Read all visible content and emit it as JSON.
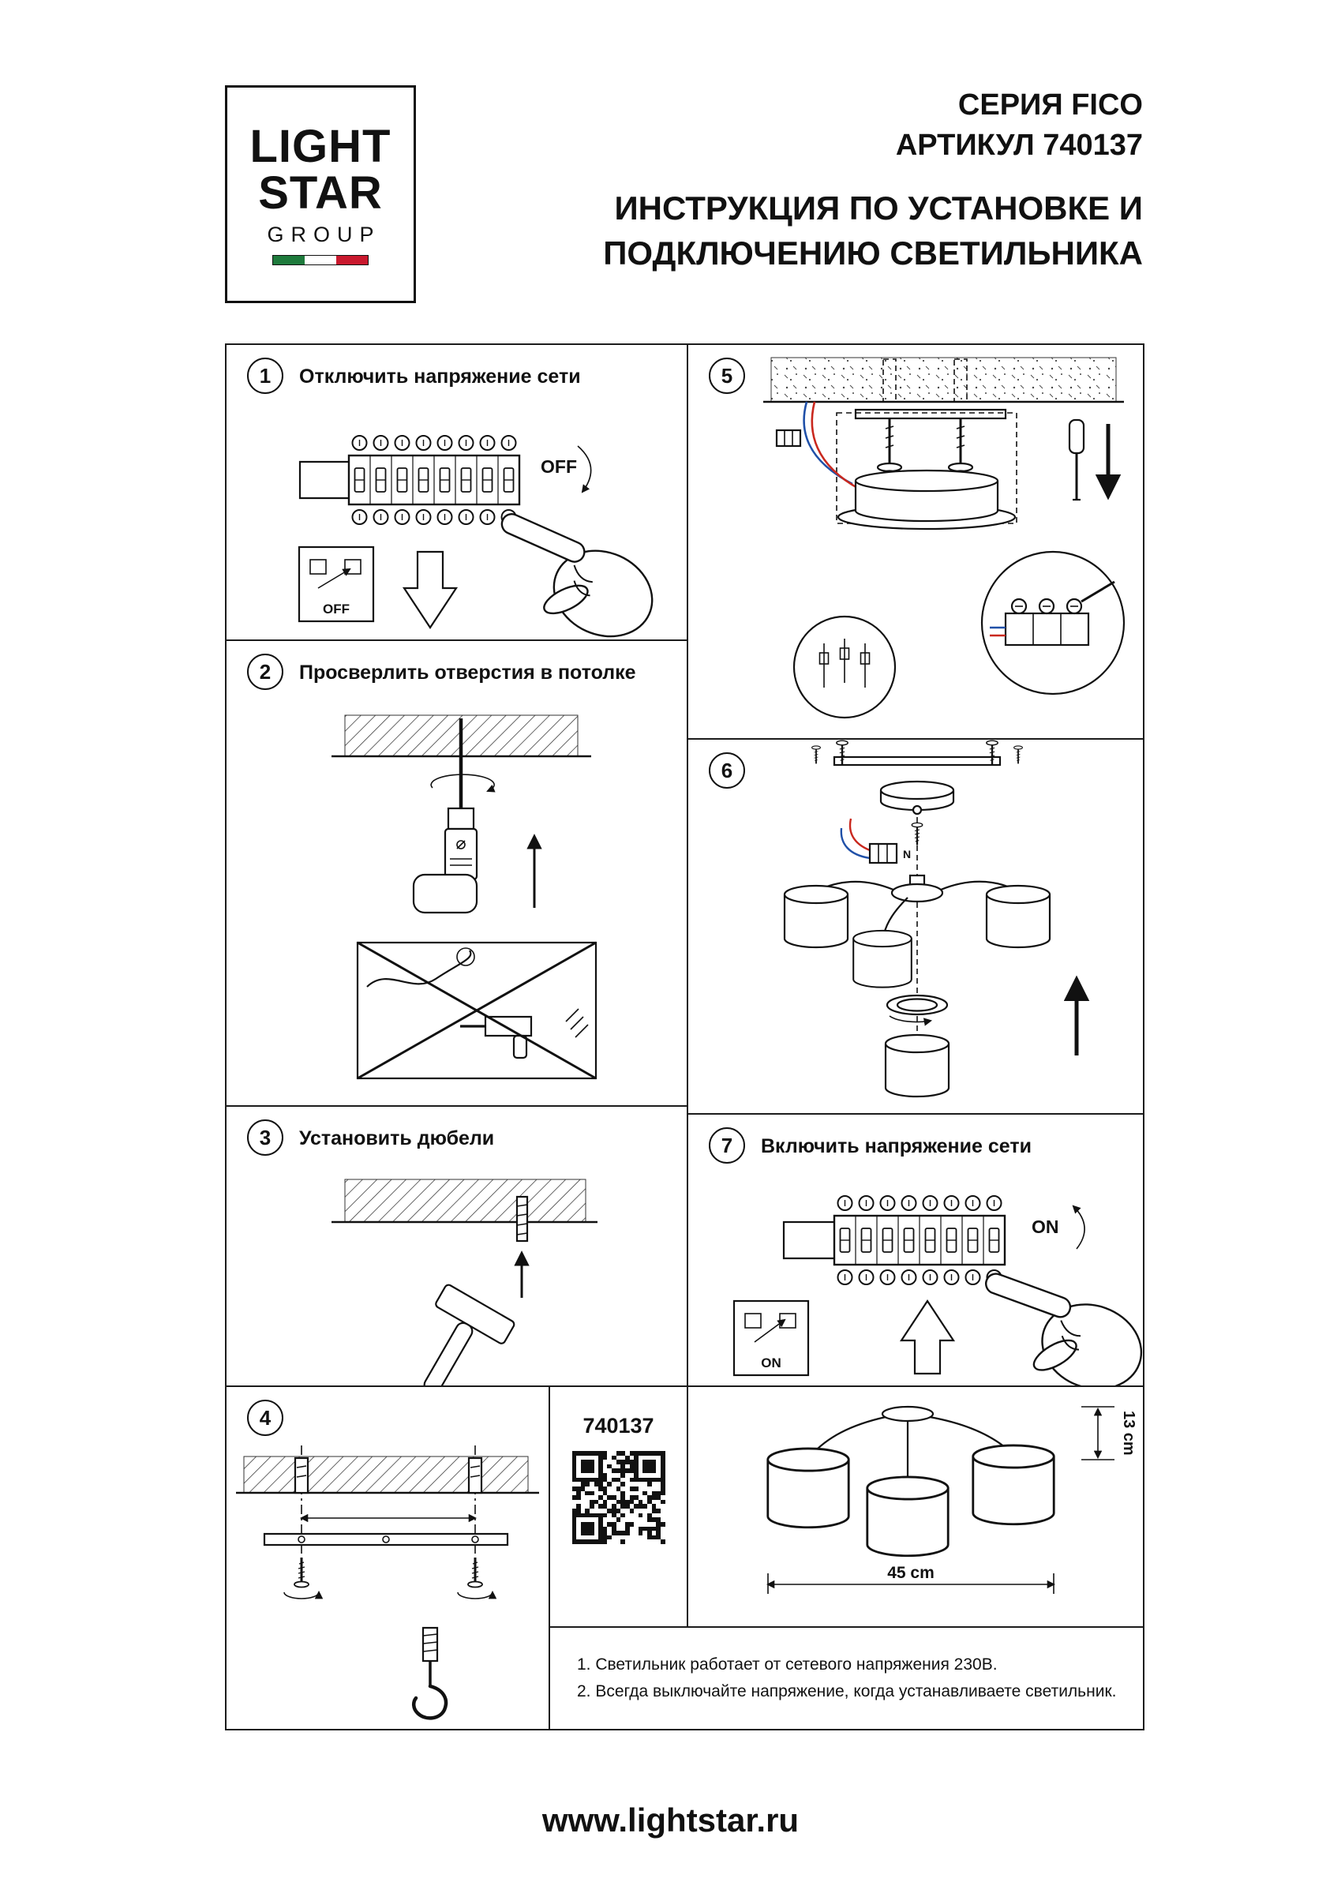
{
  "logo": {
    "line1": "LIGHT",
    "line2": "STAR",
    "line3": "GROUP"
  },
  "header": {
    "series": "СЕРИЯ FICO",
    "article": "АРТИКУЛ 740137",
    "title_line1": "ИНСТРУКЦИЯ ПО УСТАНОВКЕ И",
    "title_line2": "ПОДКЛЮЧЕНИЮ СВЕТИЛЬНИКА"
  },
  "steps": {
    "s1": {
      "num": "1",
      "label": "Отключить напряжение сети"
    },
    "s2": {
      "num": "2",
      "label": "Просверлить отверстия в потолке"
    },
    "s3": {
      "num": "3",
      "label": "Установить дюбели"
    },
    "s4": {
      "num": "4"
    },
    "s5": {
      "num": "5"
    },
    "s6": {
      "num": "6"
    },
    "s7": {
      "num": "7",
      "label": "Включить напряжение сети"
    }
  },
  "labels": {
    "off": "OFF",
    "on": "ON",
    "neutral": "N",
    "article_number": "740137",
    "width_dim": "45 cm",
    "height_dim": "13 cm"
  },
  "notes": {
    "line1": "1. Светильник работает от сетевого напряжения 230В.",
    "line2": "2. Всегда выключайте напряжение, когда устанавливаете светильник."
  },
  "footer": {
    "url": "www.lightstar.ru"
  },
  "colors": {
    "wire_red": "#c9281e",
    "wire_blue": "#2050a8",
    "flag_green": "#1e7a3c",
    "flag_red": "#c9192e"
  }
}
